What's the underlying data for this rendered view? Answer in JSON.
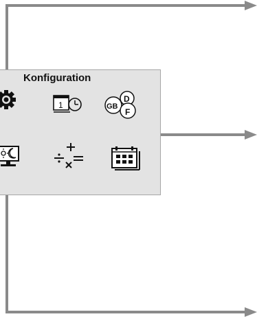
{
  "panel": {
    "title": "Konfiguration",
    "icons": [
      {
        "name": "gear-icon"
      },
      {
        "name": "date-time-icon",
        "text": "1"
      },
      {
        "name": "language-icon",
        "labels": [
          "D",
          "GB",
          "F"
        ]
      },
      {
        "name": "display-brightness-icon"
      },
      {
        "name": "calculator-operators-icon"
      },
      {
        "name": "calendar-icon"
      }
    ]
  },
  "colors": {
    "panel_bg": "#e3e3e3",
    "panel_border": "#a6a6a6",
    "connector": "#8a8a8a",
    "icon": "#111111"
  }
}
